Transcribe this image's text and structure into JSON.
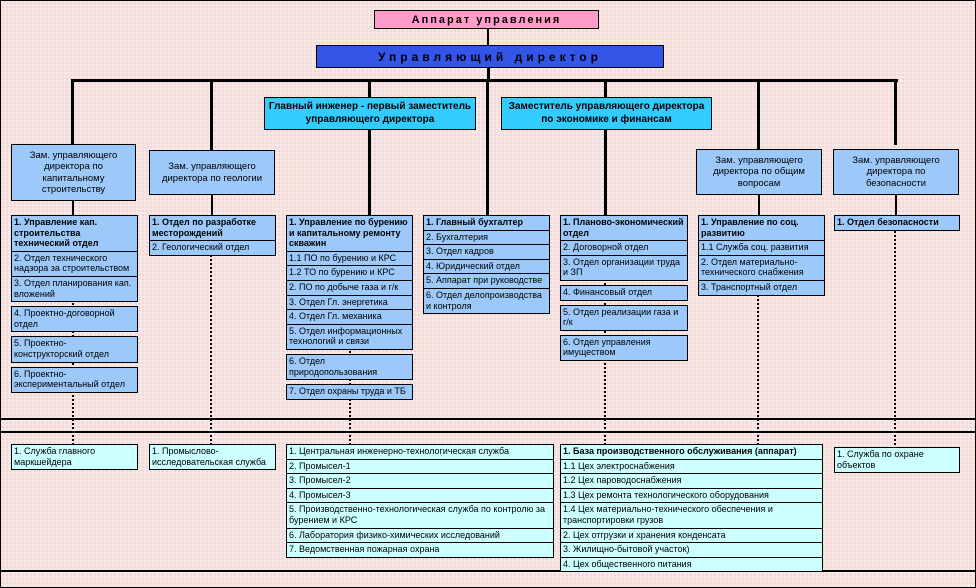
{
  "top": {
    "apparatus": "Аппарат управления",
    "director": "Управляющий директор"
  },
  "executives": {
    "chief_engineer": "Главный инженер - первый заместитель управляющего директора",
    "deputy_economics": "Заместитель управляющего директора по экономике и финансам"
  },
  "deputies": {
    "capital": "Зам. управляющего директора по капитальному строительству",
    "geology": "Зам. управляющего директора по геологии",
    "general": "Зам. управляющего директора по общим вопросам",
    "security": "Зам. управляющего директора по безопасности"
  },
  "columns": {
    "capital": {
      "items": [
        "1. Управление кап. строительства технический отдел",
        "2. Отдел технического надзора за строительством",
        "3. Отдел планирования кап. вложений",
        "4. Проектно-договорной отдел",
        "5. Проектно-конструкторский отдел",
        "6. Проектно-экспериментальный отдел"
      ]
    },
    "geology": {
      "items": [
        "1. Отдел по разработке месторождений",
        "2. Геологический отдел"
      ]
    },
    "engineering": {
      "items": [
        "1. Управление по бурению и капитальному ремонту скважин",
        "1.1 ПО по бурению и КРС",
        "1.2 ТО по бурению и КРС",
        "2. ПО по добыче газа и г/к",
        "3. Отдел Гл. энергетика",
        "4. Отдел Гл. механика",
        "5. Отдел информационных технологий и связи",
        "6. Отдел природопользования",
        "7. Отдел охраны труда и ТБ"
      ]
    },
    "accounting": {
      "items": [
        "1. Главный бухгалтер",
        "2. Бухгалтерия",
        "3. Отдел кадров",
        "4. Юридический отдел",
        "5. Аппарат при руководстве",
        "6. Отдел делопроизводства и контроля"
      ]
    },
    "economics": {
      "items": [
        "1. Планово-экономический отдел",
        "2. Договорной отдел",
        "3. Отдел организации труда и ЗП",
        "4. Финансовый отдел",
        "5. Отдел реализации газа и г/к",
        "6. Отдел управления имуществом"
      ]
    },
    "general": {
      "items": [
        "1. Управление по соц. развитию",
        "1.1 Служба соц. развития",
        "2. Отдел материально-технического снабжения",
        "3. Транспортный отдел"
      ]
    },
    "security": {
      "items": [
        "1. Отдел безопасности"
      ]
    }
  },
  "bottom": {
    "surveyor": {
      "items": [
        "1. Служба главного маркшейдера"
      ]
    },
    "research": {
      "items": [
        "1. Промыслово-исследовательская служба"
      ]
    },
    "production": {
      "items": [
        "1. Центральная инженерно-технологическая служба",
        "2. Промысел-1",
        "3. Промысел-2",
        "4. Промысел-3",
        "5. Производственно-технологическая служба по контролю за бурением и КРС",
        "6. Лаборатория физико-химических исследований",
        "7. Ведомственная пожарная охрана"
      ]
    },
    "service_base": {
      "items": [
        "1. База производственного обслуживания (аппарат)",
        "1.1 Цех электроснабжения",
        "1.2 Цех пароводоснабжения",
        "1.3 Цех ремонта технологического оборудования",
        "1.4 Цех материально-технического обеспечения и транспортировки грузов",
        "2. Цех отгрузки и хранения конденсата",
        "3. Жилищно-бытовой участок)",
        "4. Цех общественного питания"
      ]
    },
    "guard": {
      "items": [
        "1. Служба по охране объектов"
      ]
    }
  },
  "colors": {
    "apparatus_bg": "#ff9cc8",
    "director_bg": "#3355e8",
    "executive_bg": "#33ccff",
    "department_bg": "#9cc9fa",
    "bottom_bg": "#ccffff",
    "background": "#f8e6e4"
  }
}
